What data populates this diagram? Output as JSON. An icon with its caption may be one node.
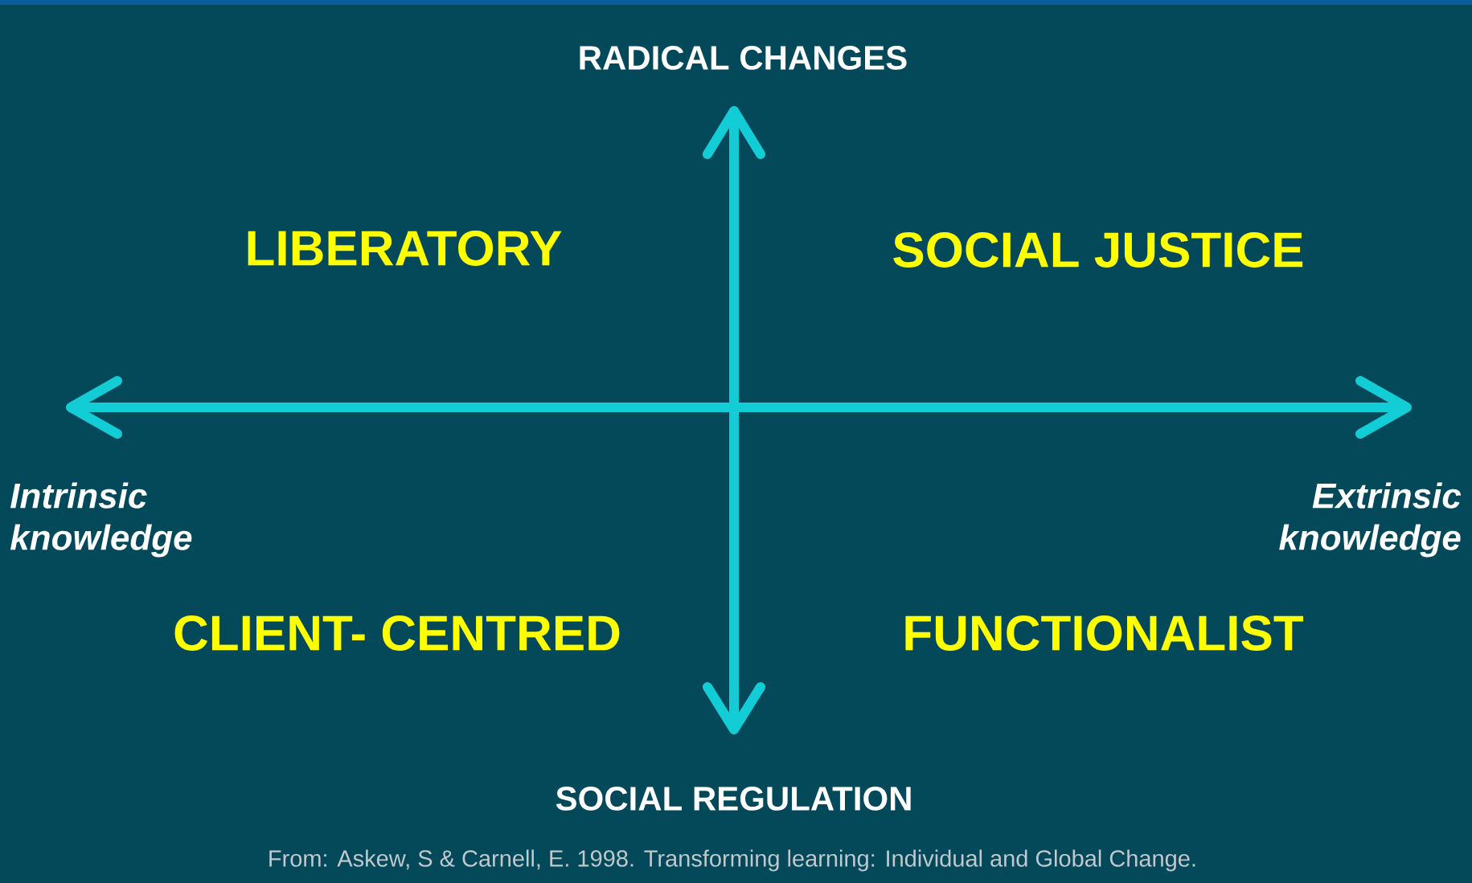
{
  "diagram": {
    "caption": "From: Askew, S & Carnell, E. 1998. Transforming learning: Individual and Global Change.",
    "labels": [
      "RADICAL CHANGES",
      "LIBERATORY",
      "SOCIAL JUSTICE",
      "Intrinsic knowledge",
      "Extrinsic knowledge",
      "CLIENT- CENTRED",
      "FUNCTIONALIST",
      "SOCIAL REGULATION"
    ]
  }
}
